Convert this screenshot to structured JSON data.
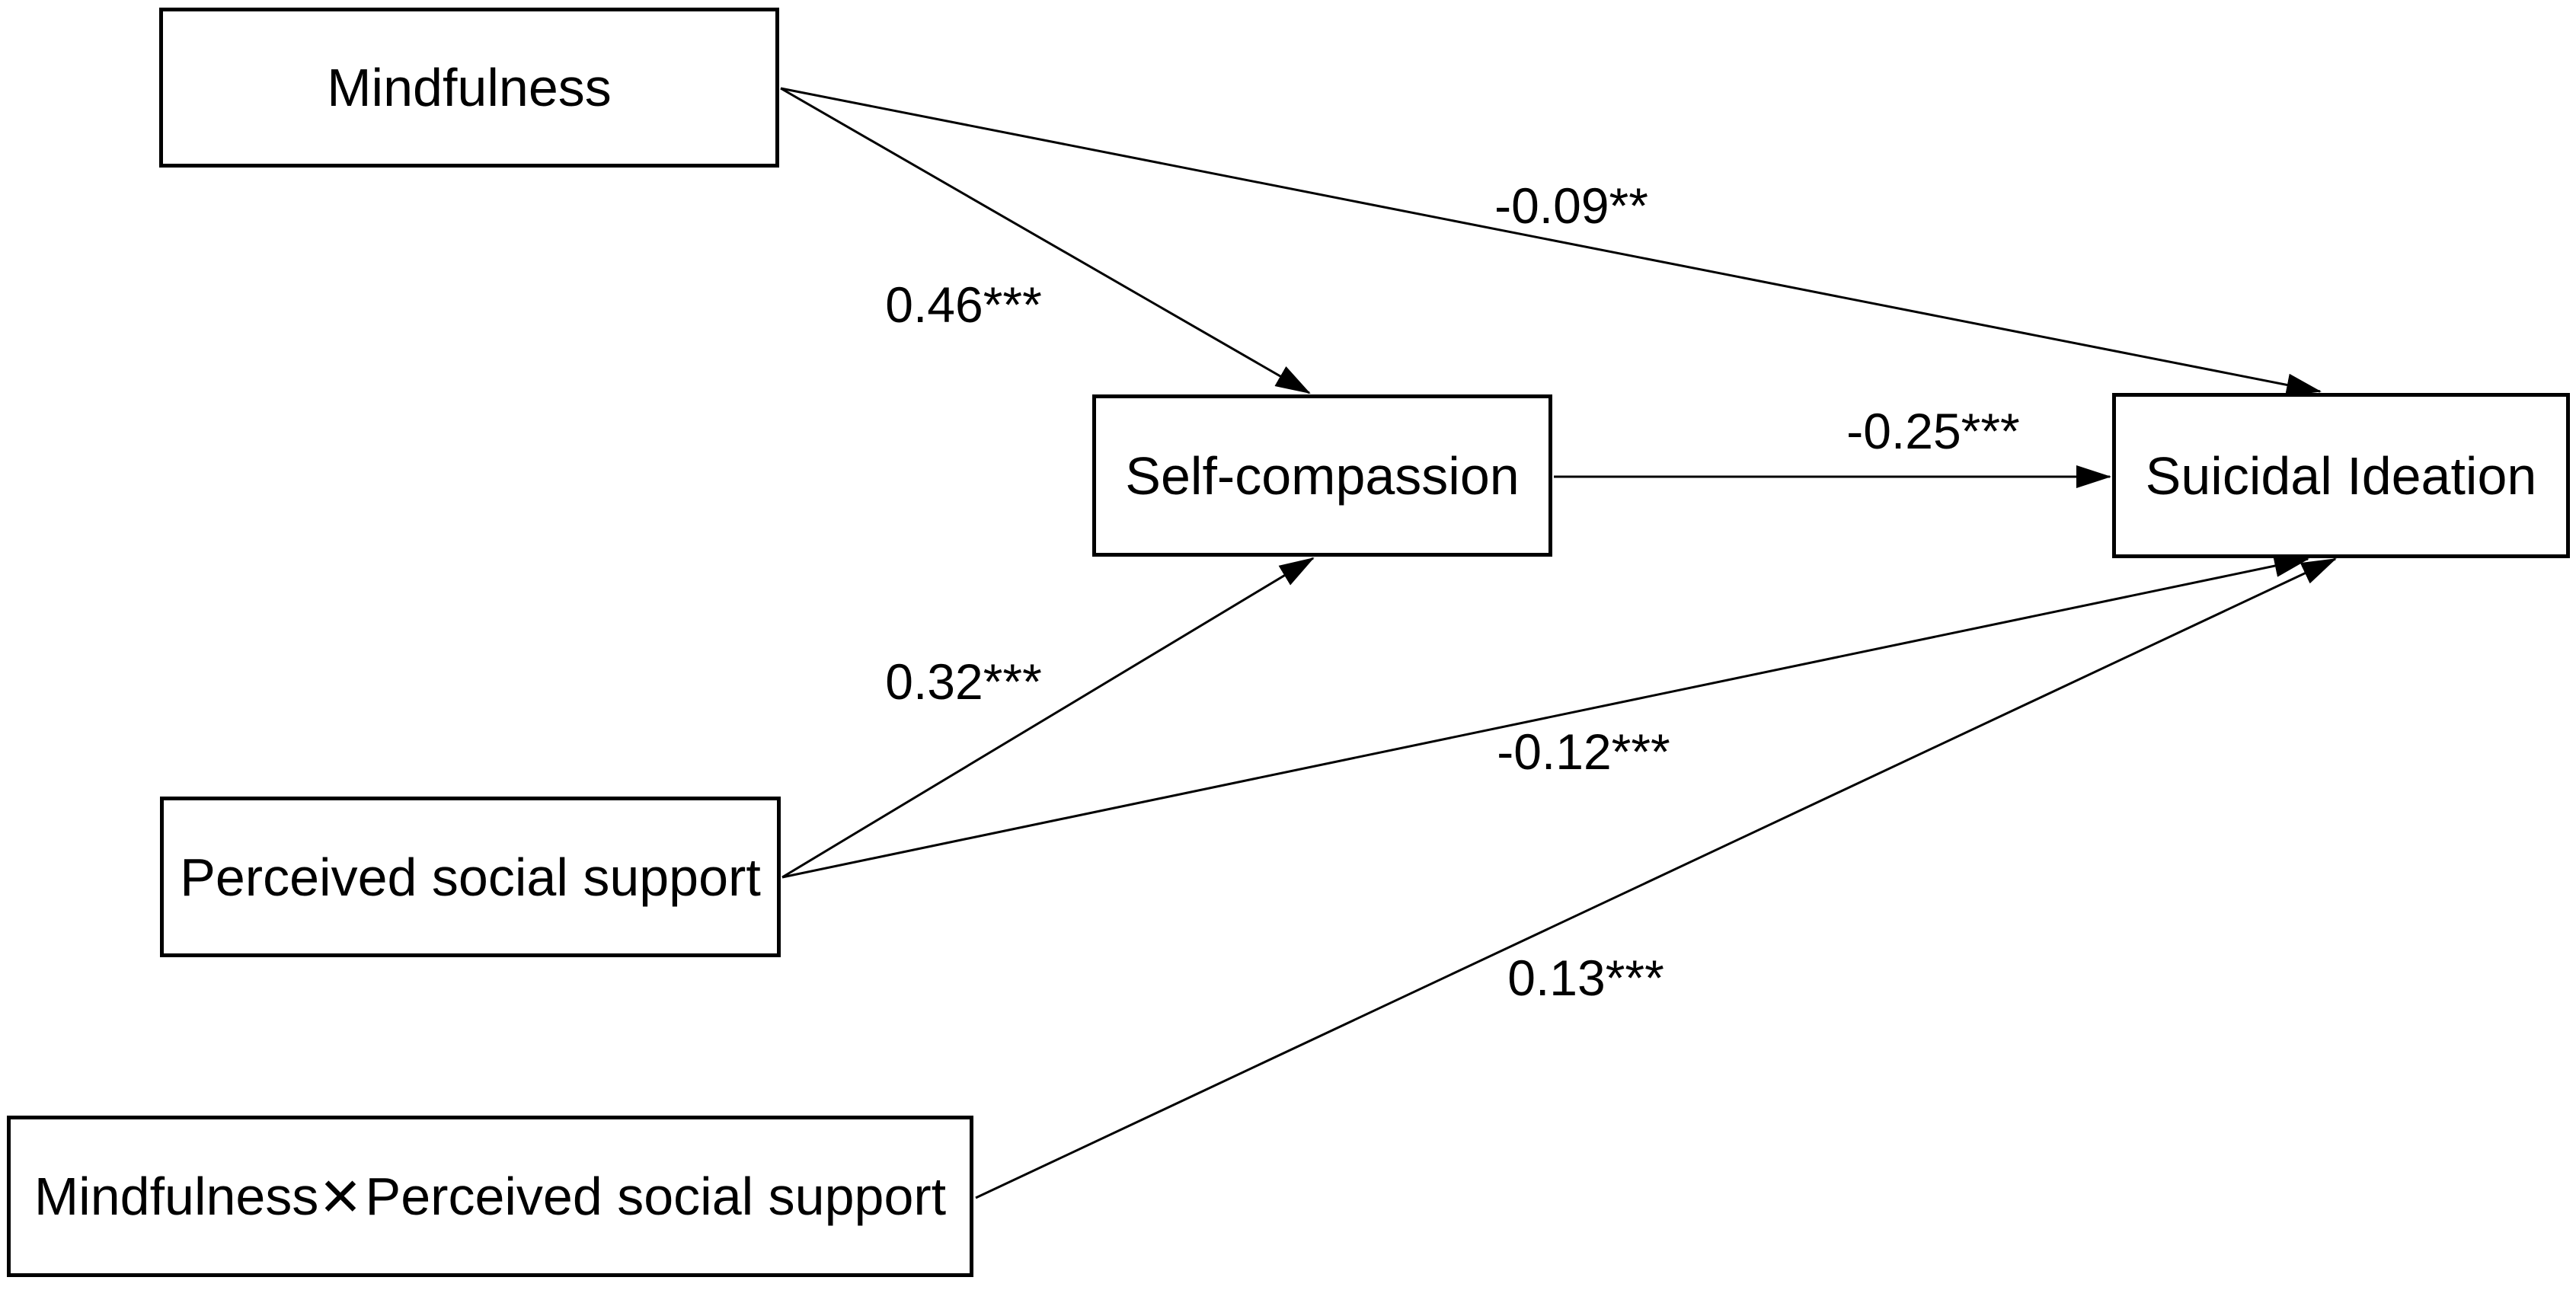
{
  "diagram": {
    "type": "path-model",
    "nodes": {
      "mindfulness": {
        "label": "Mindfulness"
      },
      "self_compassion": {
        "label": "Self-compassion"
      },
      "suicidal_ideation": {
        "label": "Suicidal Ideation"
      },
      "perceived_social_support": {
        "label": "Perceived social support"
      },
      "interaction": {
        "label_left": "Mindfulness",
        "operator": "×",
        "label_right": "Perceived social support"
      }
    },
    "paths": [
      {
        "from": "mindfulness",
        "to": "self_compassion",
        "coefficient": "0.46***"
      },
      {
        "from": "mindfulness",
        "to": "suicidal_ideation",
        "coefficient": "-0.09**"
      },
      {
        "from": "self_compassion",
        "to": "suicidal_ideation",
        "coefficient": "-0.25***"
      },
      {
        "from": "perceived_social_support",
        "to": "self_compassion",
        "coefficient": "0.32***"
      },
      {
        "from": "perceived_social_support",
        "to": "suicidal_ideation",
        "coefficient": "-0.12***"
      },
      {
        "from": "interaction",
        "to": "suicidal_ideation",
        "coefficient": "0.13***"
      }
    ],
    "colors": {
      "background": "#ffffff",
      "box_fill": "#ffffff",
      "box_border": "#000000",
      "line": "#000000",
      "text": "#000000"
    }
  }
}
